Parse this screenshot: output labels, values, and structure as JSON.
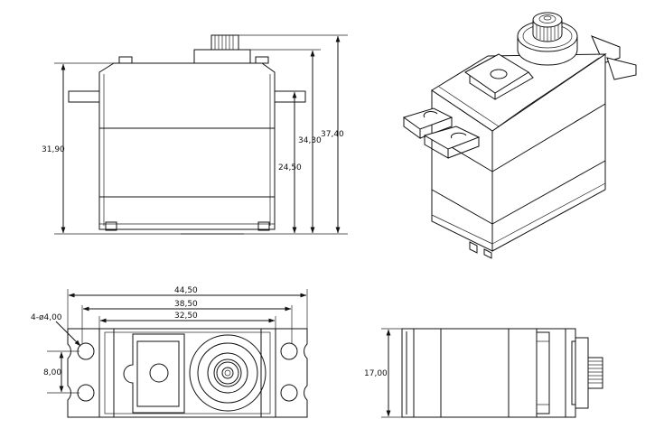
{
  "diagram": {
    "front_view": {
      "dim_body_height": "31,90",
      "dim_mount_height": "24,50",
      "dim_case_height": "34,30",
      "dim_total_height": "37,40"
    },
    "top_view": {
      "dim_overall_length": "44,50",
      "dim_hole_spacing": "38,50",
      "dim_body_length": "32,50",
      "dim_holes": "4-ø4,00",
      "dim_slot_spacing": "8,00"
    },
    "side_view": {
      "dim_width": "17,00"
    }
  }
}
